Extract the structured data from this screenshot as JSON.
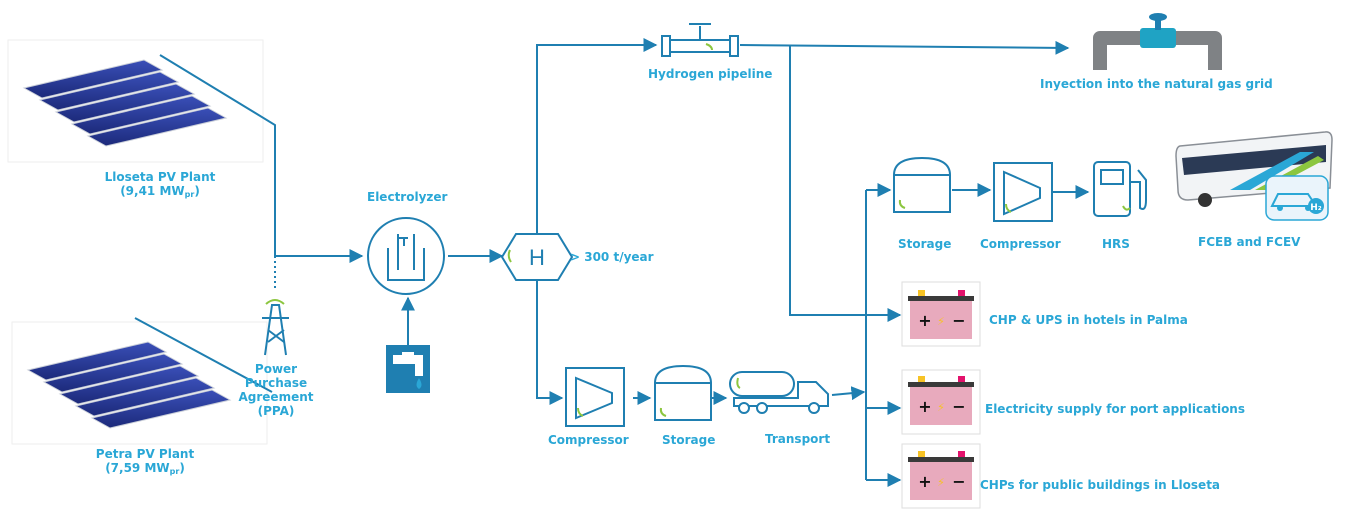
{
  "plants": {
    "lloseta": {
      "name": "Lloseta PV Plant",
      "capacity": "9,41 MW",
      "unit_sub": "pr",
      "capacity_close": ")"
    },
    "petra": {
      "name": "Petra PV Plant",
      "capacity": "7,59 MW",
      "unit_sub": "pr",
      "capacity_close": ")"
    }
  },
  "ppa": {
    "lines": [
      "Power",
      "Purchase",
      "Agreement",
      "(PPA)"
    ]
  },
  "electrolyzer": {
    "label": "Electrolyzer"
  },
  "hydrogen": {
    "symbol": "H",
    "rate": "> 300 t/year"
  },
  "pipeline": {
    "label": "Hydrogen pipeline"
  },
  "grid": {
    "label": "Inyection into the natural gas grid"
  },
  "mobility": {
    "storage": "Storage",
    "compressor": "Compressor",
    "hrs": "HRS",
    "vehicles": "FCEB and FCEV",
    "h2_badge": "H₂"
  },
  "transport_chain": {
    "compressor": "Compressor",
    "storage": "Storage",
    "transport": "Transport"
  },
  "end_uses": [
    {
      "label": "CHP & UPS in hotels in Palma"
    },
    {
      "label": "Electricity supply for port applications"
    },
    {
      "label": "CHPs for public buildings in Lloseta"
    }
  ],
  "battery_symbols": {
    "plus": "+",
    "minus": "−",
    "bolt": "⚡"
  },
  "colors": {
    "line": "#1f7fb1",
    "label": "#2aa7d6",
    "battery": "#e8aabd",
    "green": "#8cc63f"
  }
}
